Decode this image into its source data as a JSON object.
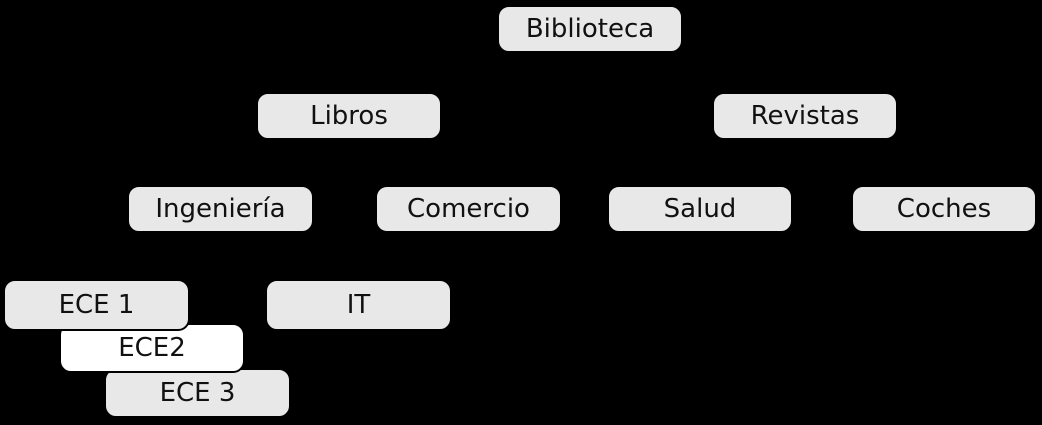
{
  "colors": {
    "background": "#000000",
    "node_fill": "#e8e8e8",
    "node_border": "#000000",
    "highlight_fill": "#ffffff",
    "text": "#111111"
  },
  "diagram": {
    "type": "tree",
    "edges_visible": false,
    "nodes": [
      {
        "label": "Biblioteca",
        "level": 1,
        "highlighted": false
      },
      {
        "label": "Libros",
        "level": 2,
        "highlighted": false
      },
      {
        "label": "Revistas",
        "level": 2,
        "highlighted": false
      },
      {
        "label": "Ingeniería",
        "level": 3,
        "highlighted": false
      },
      {
        "label": "Comercio",
        "level": 3,
        "highlighted": false
      },
      {
        "label": "Salud",
        "level": 3,
        "highlighted": false
      },
      {
        "label": "Coches",
        "level": 3,
        "highlighted": false
      },
      {
        "label": "ECE 1",
        "level": 4,
        "highlighted": false
      },
      {
        "label": "IT",
        "level": 4,
        "highlighted": false
      },
      {
        "label": "ECE2",
        "level": 4,
        "highlighted": true
      },
      {
        "label": "ECE 3",
        "level": 4,
        "highlighted": false
      }
    ]
  }
}
